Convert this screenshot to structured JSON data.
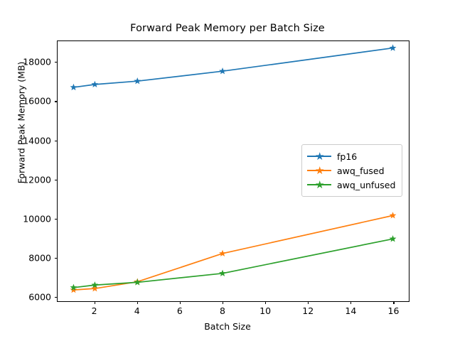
{
  "chart_data": {
    "type": "line",
    "title": "Forward Peak Memory per Batch Size",
    "xlabel": "Batch Size",
    "ylabel": "Forward Peak Memory (MB)",
    "x": [
      1,
      2,
      4,
      8,
      16
    ],
    "xlim": [
      0.25,
      16.75
    ],
    "ylim": [
      5750,
      19100
    ],
    "xticks": [
      2,
      4,
      6,
      8,
      10,
      12,
      14,
      16
    ],
    "xtick_labels": [
      "2",
      "4",
      "6",
      "8",
      "10",
      "12",
      "14",
      "16"
    ],
    "yticks": [
      6000,
      8000,
      10000,
      12000,
      14000,
      16000,
      18000
    ],
    "ytick_labels": [
      "6000",
      "8000",
      "10000",
      "12000",
      "14000",
      "16000",
      "18000"
    ],
    "grid": false,
    "legend_position": "center-right",
    "marker": "star",
    "series": [
      {
        "name": "fp16",
        "color": "#1f77b4",
        "values": [
          16730,
          16880,
          17050,
          17560,
          18750
        ]
      },
      {
        "name": "awq_fused",
        "color": "#ff7f0e",
        "values": [
          6330,
          6400,
          6750,
          8200,
          10150
        ]
      },
      {
        "name": "awq_unfused",
        "color": "#2ca02c",
        "values": [
          6450,
          6580,
          6720,
          7180,
          8950
        ]
      }
    ]
  }
}
